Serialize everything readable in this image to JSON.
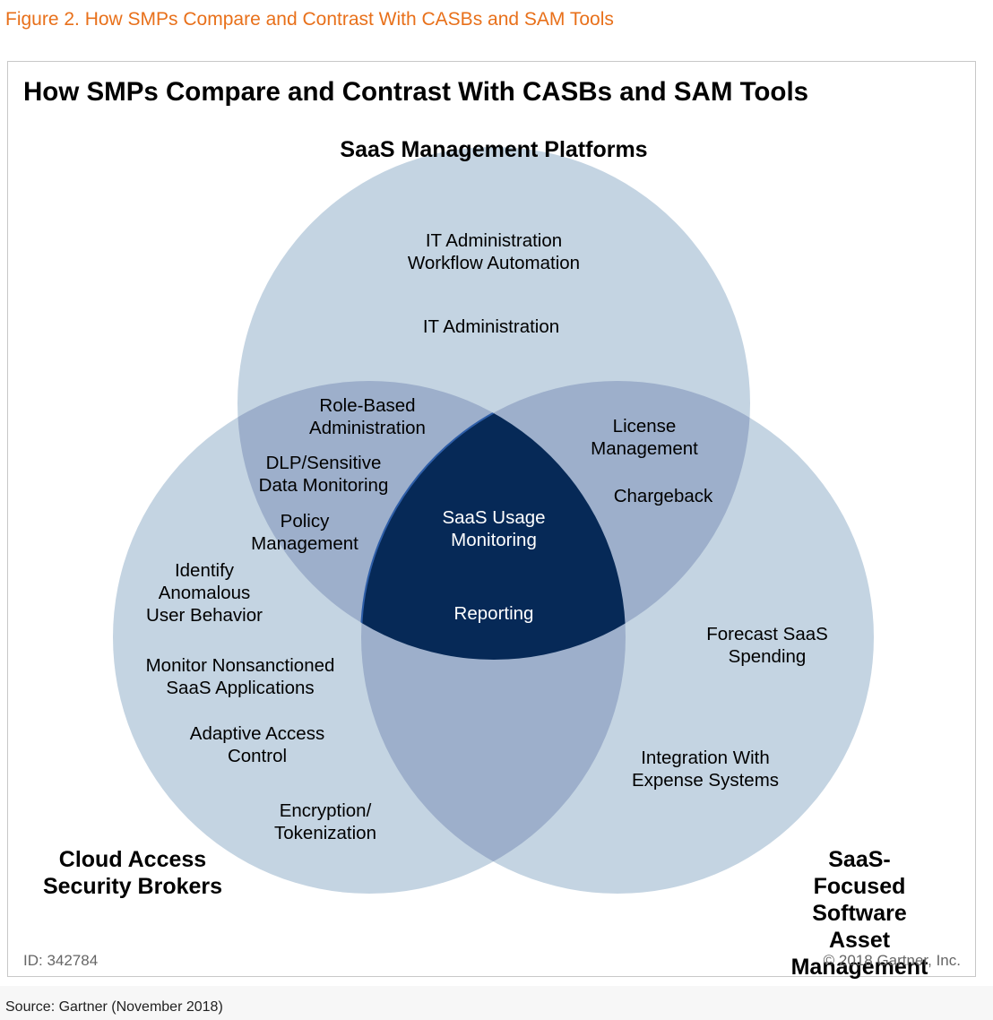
{
  "caption": "Figure 2. How SMPs Compare and Contrast With CASBs and SAM Tools",
  "title": "How SMPs Compare and Contrast With CASBs and SAM Tools",
  "sets": {
    "smp": "SaaS Management Platforms",
    "casb": "Cloud Access\nSecurity Brokers",
    "sam": "SaaS-Focused\nSoftware Asset\nManagement"
  },
  "regions": {
    "smp_only": [
      "IT Administration\nWorkflow Automation",
      "IT Administration"
    ],
    "smp_casb": [
      "Role-Based\nAdministration",
      "DLP/Sensitive\nData Monitoring",
      "Policy\nManagement"
    ],
    "smp_sam": [
      "License\nManagement",
      "Chargeback"
    ],
    "center": [
      "SaaS Usage\nMonitoring",
      "Reporting"
    ],
    "casb_only": [
      "Identify\nAnomalous\nUser Behavior",
      "Monitor Nonsanctioned\nSaaS Applications",
      "Adaptive Access\nControl",
      "Encryption/\nTokenization"
    ],
    "sam_only": [
      "Forecast SaaS\nSpending",
      "Integration With\nExpense Systems"
    ]
  },
  "colors": {
    "single": "#c4d4e2",
    "pair": "#9dafcb",
    "center": "#062957",
    "caption": "#e8701a"
  },
  "footer": {
    "id": "ID: 342784",
    "copyright": "© 2018 Gartner, Inc."
  },
  "source": "Source: Gartner (November 2018)"
}
